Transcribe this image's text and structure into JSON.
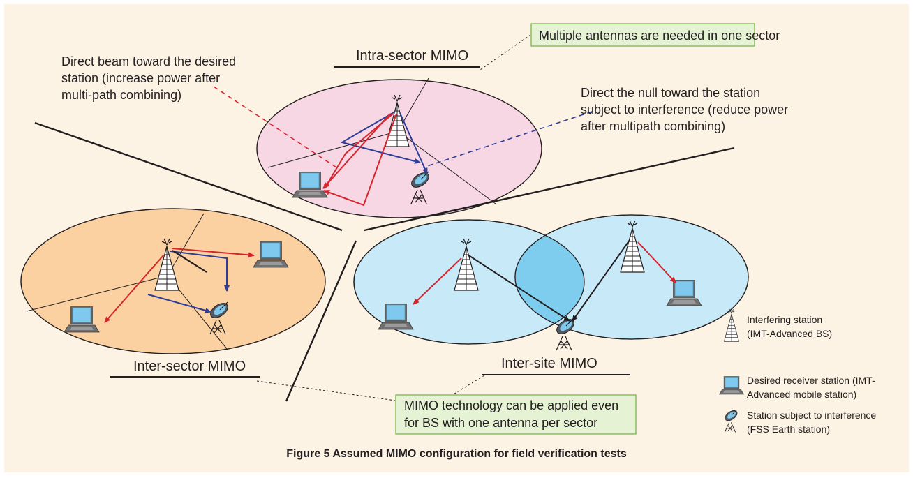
{
  "figure": {
    "caption": "Figure 5  Assumed MIMO configuration for field verification tests"
  },
  "sections": {
    "intra_sector": {
      "label": "Intra-sector MIMO"
    },
    "inter_sector": {
      "label": "Inter-sector MIMO"
    },
    "inter_site": {
      "label": "Inter-site MIMO"
    }
  },
  "callouts": {
    "multiple_antennas": "Multiple antennas are needed in one sector",
    "mimo_one_antenna": [
      "MIMO technology can be applied even",
      "for BS with one antenna per sector"
    ],
    "direct_beam": [
      "Direct beam toward the desired",
      "station (increase power after",
      "multi-path combining)"
    ],
    "direct_null": [
      "Direct the null toward the station",
      "subject to interference (reduce power",
      "after multipath combining)"
    ]
  },
  "legend": {
    "interfering": [
      "Interfering station",
      "(IMT-Advanced BS)"
    ],
    "desired": [
      "Desired receiver station (IMT-",
      "Advanced mobile station)"
    ],
    "subject": [
      "Station subject to interference",
      "(FSS Earth station)"
    ]
  },
  "colors": {
    "background": "#fdf3e4",
    "intra_sector_fill": "#f8d7e4",
    "inter_sector_fill": "#fbd1a2",
    "inter_site_fill": "#c8e9f8",
    "overlap_fill": "#7fcdee",
    "callout_fill": "#e6f2d4",
    "desired_link": "#d7252d",
    "interference_link": "#2d3e98"
  },
  "icons": [
    "antenna-tower-icon",
    "laptop-icon",
    "satellite-dish-icon"
  ]
}
